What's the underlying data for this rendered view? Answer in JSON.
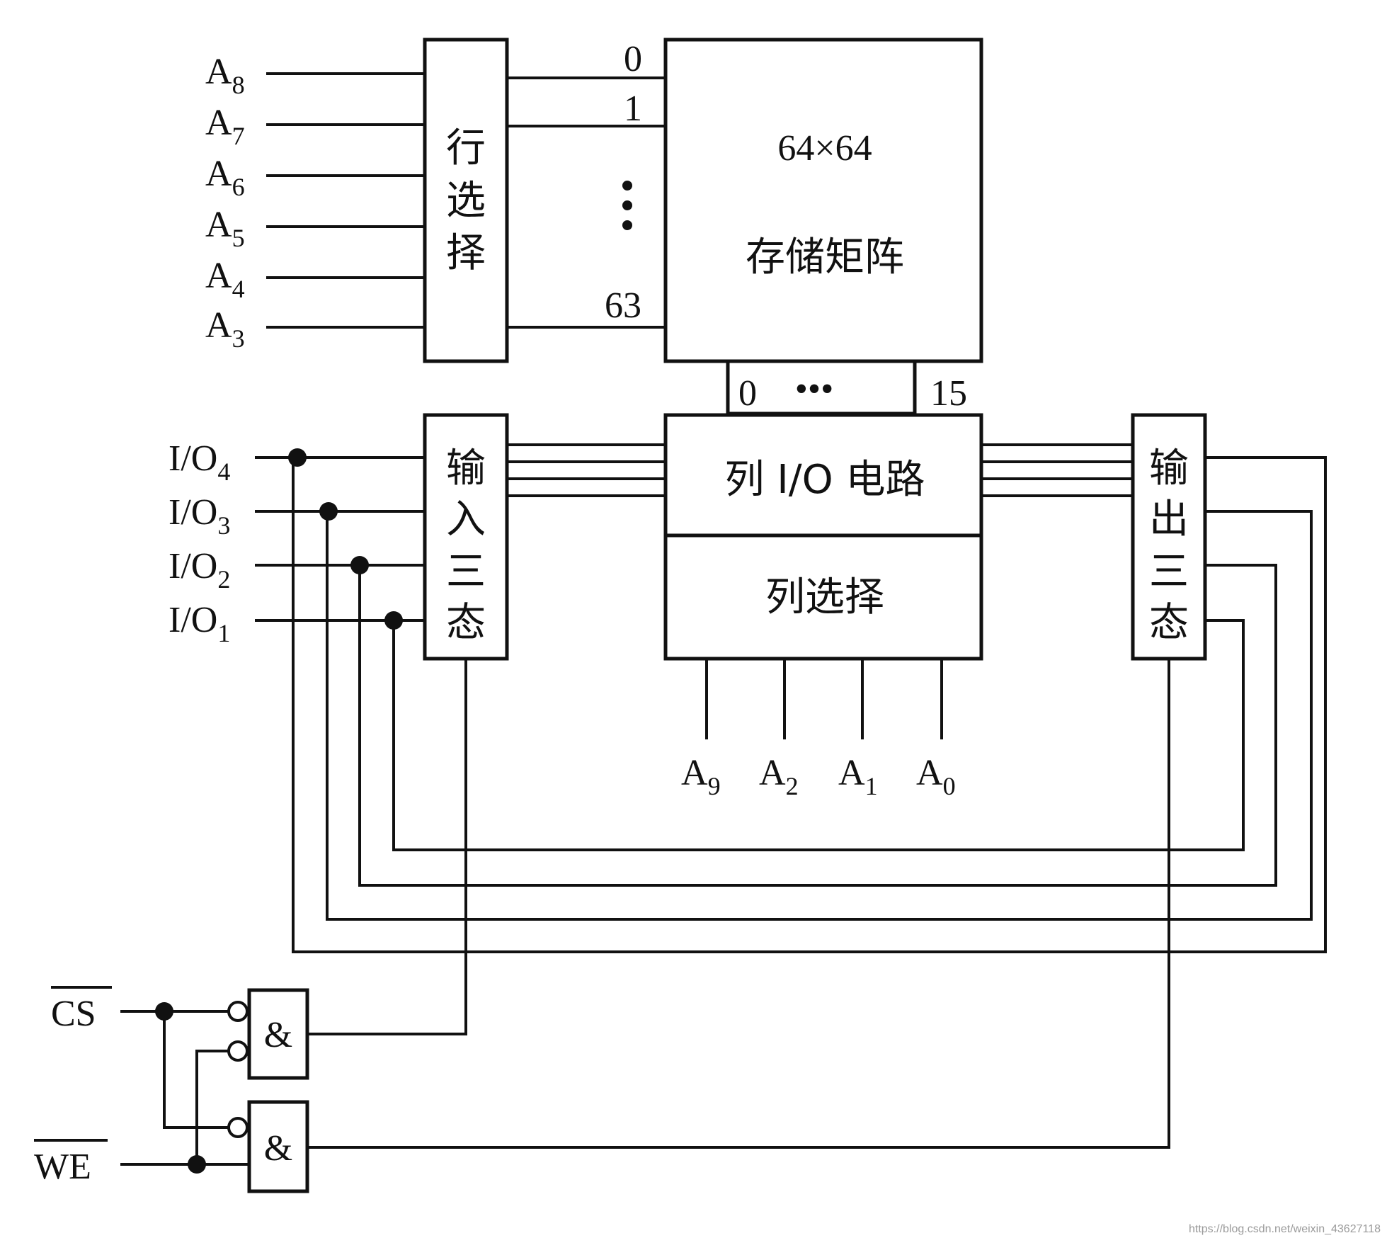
{
  "matrix": {
    "size": "64×64",
    "label": "存储矩阵"
  },
  "row_select": {
    "chars": [
      "行",
      "选",
      "择"
    ]
  },
  "row_numbers": {
    "first": "0",
    "second": "1",
    "last": "63"
  },
  "col_numbers": {
    "first": "0",
    "dots": "•••",
    "last": "15"
  },
  "col_io": {
    "label": "列 I/O 电路"
  },
  "col_select": {
    "label": "列选择"
  },
  "input_tristate": {
    "chars": [
      "输",
      "入",
      "三",
      "态"
    ]
  },
  "output_tristate": {
    "chars": [
      "输",
      "出",
      "三",
      "态"
    ]
  },
  "row_address": [
    {
      "base": "A",
      "sub": "8"
    },
    {
      "base": "A",
      "sub": "7"
    },
    {
      "base": "A",
      "sub": "6"
    },
    {
      "base": "A",
      "sub": "5"
    },
    {
      "base": "A",
      "sub": "4"
    },
    {
      "base": "A",
      "sub": "3"
    }
  ],
  "io_lines": [
    {
      "base": "I/O",
      "sub": "4"
    },
    {
      "base": "I/O",
      "sub": "3"
    },
    {
      "base": "I/O",
      "sub": "2"
    },
    {
      "base": "I/O",
      "sub": "1"
    }
  ],
  "col_address": [
    {
      "base": "A",
      "sub": "9"
    },
    {
      "base": "A",
      "sub": "2"
    },
    {
      "base": "A",
      "sub": "1"
    },
    {
      "base": "A",
      "sub": "0"
    }
  ],
  "control": {
    "cs": "CS",
    "we": "WE",
    "gate_symbol": "&"
  },
  "watermark": "https://blog.csdn.net/weixin_43627118"
}
